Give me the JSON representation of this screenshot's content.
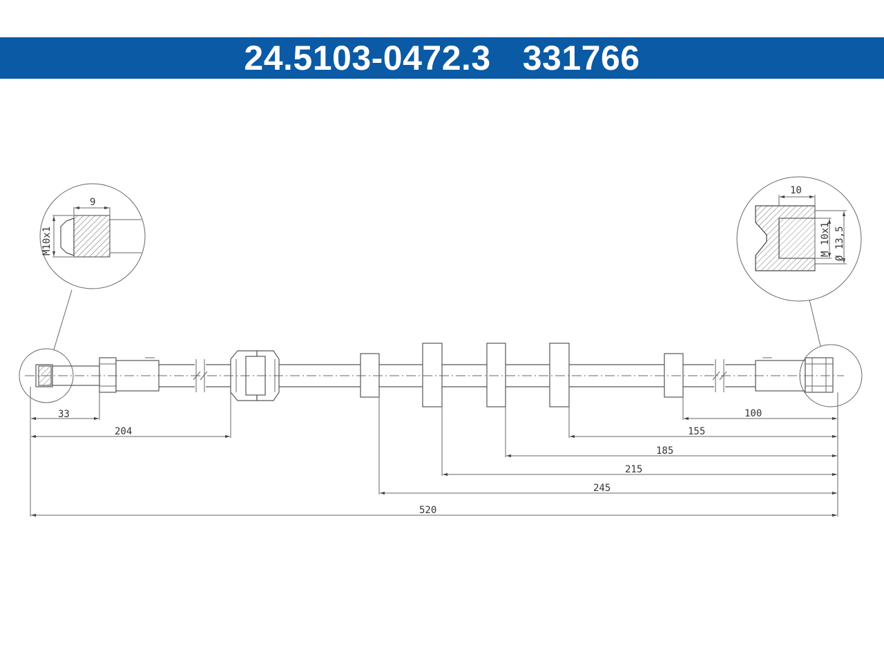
{
  "header": {
    "part_number": "24.5103-0472.3",
    "ref_number": "331766",
    "background_color": "#0b5aa5",
    "text_color": "#ffffff"
  },
  "details": {
    "left": {
      "thread": "M10x1",
      "length": "9"
    },
    "right": {
      "thread": "M 10x1",
      "diameter": "Ø 13,5",
      "length": "10"
    }
  },
  "dimensions": {
    "d33": "33",
    "d204": "204",
    "d100": "100",
    "d155": "155",
    "d185": "185",
    "d215": "215",
    "d245": "245",
    "d520": "520"
  }
}
